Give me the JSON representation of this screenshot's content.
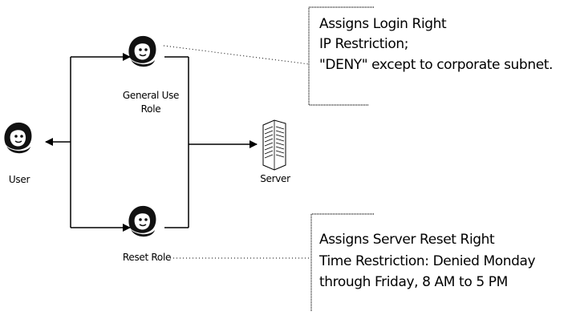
{
  "nodes": {
    "user": {
      "label": "User"
    },
    "general_role": {
      "label_line1": "General Use",
      "label_line2": "Role"
    },
    "reset_role": {
      "label": "Reset Role"
    },
    "server": {
      "label": "Server"
    }
  },
  "callouts": {
    "general": {
      "lines": [
        "Assigns Login Right",
        "IP Restriction;",
        "\"DENY\" except to corporate subnet."
      ]
    },
    "reset": {
      "lines": [
        "Assigns Server Reset Right",
        "Time Restriction:  Denied Monday",
        "through Friday, 8 AM to 5 PM"
      ]
    }
  }
}
